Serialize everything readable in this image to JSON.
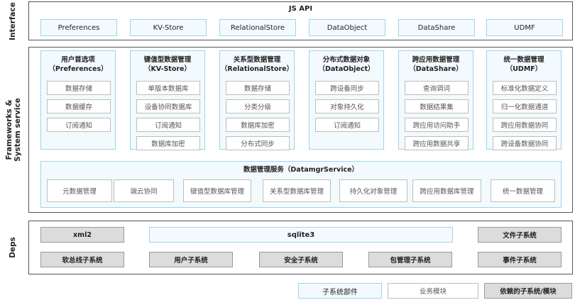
{
  "labels": {
    "interface": "Interface",
    "frameworks": "Frameworks &\nSystem service",
    "deps": "Deps"
  },
  "interface": {
    "title": "JS API",
    "items": [
      "Preferences",
      "KV-Store",
      "RelationalStore",
      "DataObject",
      "DataShare",
      "UDMF"
    ]
  },
  "modules": [
    {
      "title": "用户首选项",
      "subtitle": "（Preferences）",
      "items": [
        "数据存储",
        "数据缓存",
        "订阅通知"
      ]
    },
    {
      "title": "键值型数据管理",
      "subtitle": "（KV-Store）",
      "items": [
        "单版本数据库",
        "设备协同数据库",
        "订阅通知",
        "数据库加密"
      ]
    },
    {
      "title": "关系型数据管理",
      "subtitle": "（RelationalStore）",
      "items": [
        "数据存储",
        "分类分级",
        "数据库加密",
        "分布式同步"
      ]
    },
    {
      "title": "分布式数据对象",
      "subtitle": "（DataObject）",
      "items": [
        "跨设备同步",
        "对象持久化",
        "订阅通知"
      ]
    },
    {
      "title": "跨应用数据管理",
      "subtitle": "（DataShare）",
      "items": [
        "查询调词",
        "数据结果集",
        "跨应用访问助手",
        "跨应用数据共享"
      ]
    },
    {
      "title": "统一数据管理",
      "subtitle": "（UDMF）",
      "items": [
        "标准化数据定义",
        "归一化数据通道",
        "跨应用数据协同",
        "跨设备数据协同"
      ]
    }
  ],
  "service": {
    "title": "数据管理服务（DatamgrService）",
    "items": [
      "元数据管理",
      "端云协同",
      "键值型数据库管理",
      "关系型数据库管理",
      "持久化对象管理",
      "跨应用数据库管理",
      "统一数据管理"
    ]
  },
  "deps": {
    "xml2": "xml2",
    "sqlite3": "sqlite3",
    "file": "文件子系统",
    "row2": [
      "软总线子系统",
      "用户子系统",
      "安全子系统",
      "包管理子系统",
      "事件子系统"
    ]
  },
  "legend": [
    "子系统部件",
    "业务模块",
    "依赖的子系统/模块"
  ],
  "colors": {
    "subsystem_fill": "#f3fafe",
    "subsystem_border": "#9fd3ea",
    "dep_fill": "#dcdcdc"
  }
}
